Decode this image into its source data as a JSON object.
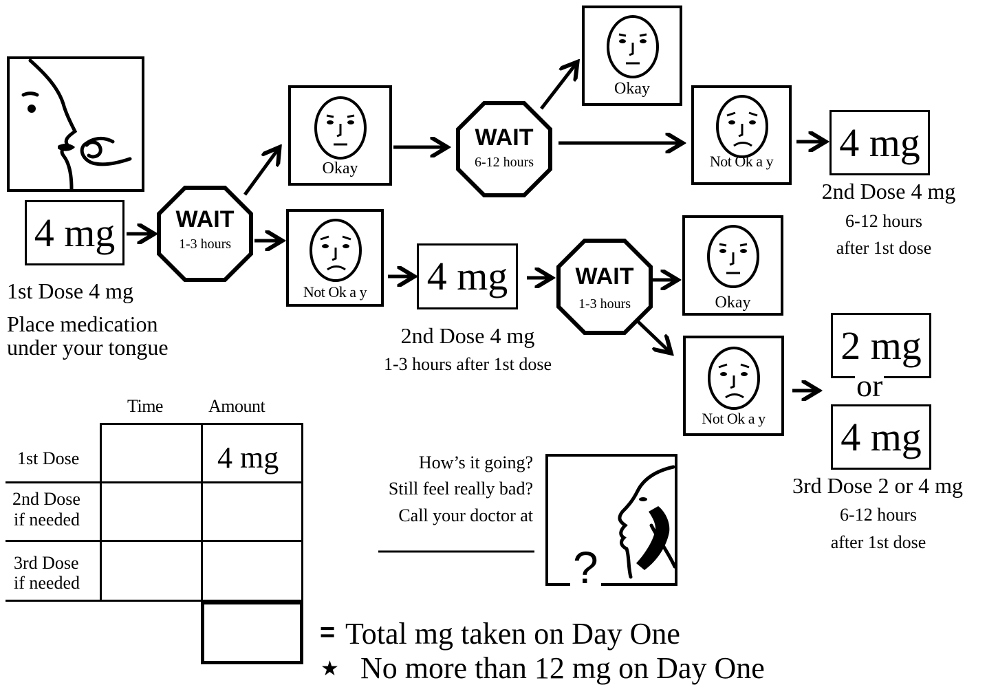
{
  "first_dose": {
    "amount": "4 mg",
    "title": "1st Dose 4 mg",
    "instruction_line1": "Place medication",
    "instruction_line2": "under your tongue"
  },
  "wait_1": {
    "word": "WAIT",
    "duration": "1-3 hours"
  },
  "wait_2": {
    "word": "WAIT",
    "duration": "6-12 hours"
  },
  "wait_3": {
    "word": "WAIT",
    "duration": "1-3 hours"
  },
  "faces": {
    "okay_1": "Okay",
    "not_okay_1": "Not Ok a y",
    "okay_2": "Okay",
    "not_okay_2": "Not Ok a y",
    "okay_3": "Okay",
    "not_okay_3": "Not Ok a y"
  },
  "second_dose_a": {
    "amount": "4 mg",
    "title": "2nd Dose 4 mg",
    "timing_line1": "6-12 hours",
    "timing_line2": "after 1st dose"
  },
  "second_dose_b": {
    "amount": "4 mg",
    "title": "2nd Dose 4 mg",
    "timing": "1-3 hours after 1st dose"
  },
  "third_dose": {
    "amount_a": "2 mg",
    "or": "or",
    "amount_b": "4 mg",
    "title": "3rd Dose 2 or 4 mg",
    "timing_line1": "6-12 hours",
    "timing_line2": "after 1st dose"
  },
  "call": {
    "line1": "How’s it going?",
    "line2": "Still feel really bad?",
    "line3": "Call your doctor at",
    "question": "?"
  },
  "table": {
    "col_time": "Time",
    "col_amount": "Amount",
    "row1_label": "1st Dose",
    "row1_amount": "4 mg",
    "row2_label_1": "2nd Dose",
    "row2_label_2": "if needed",
    "row3_label_1": "3rd Dose",
    "row3_label_2": "if needed"
  },
  "footer": {
    "equals": "=",
    "total_text": "Total mg taken on Day One",
    "star": "★",
    "limit_text": "No more than 12 mg on Day One"
  }
}
